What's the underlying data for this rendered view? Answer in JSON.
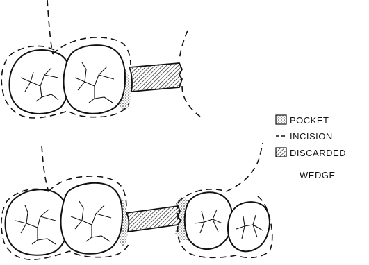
{
  "legend": {
    "pocket_label": "POCKET",
    "incision_label": "INCISION",
    "discarded_label": "DISCARDED",
    "wedge_label": "WEDGE"
  },
  "colors": {
    "ink": "#111111",
    "background": "#ffffff"
  }
}
